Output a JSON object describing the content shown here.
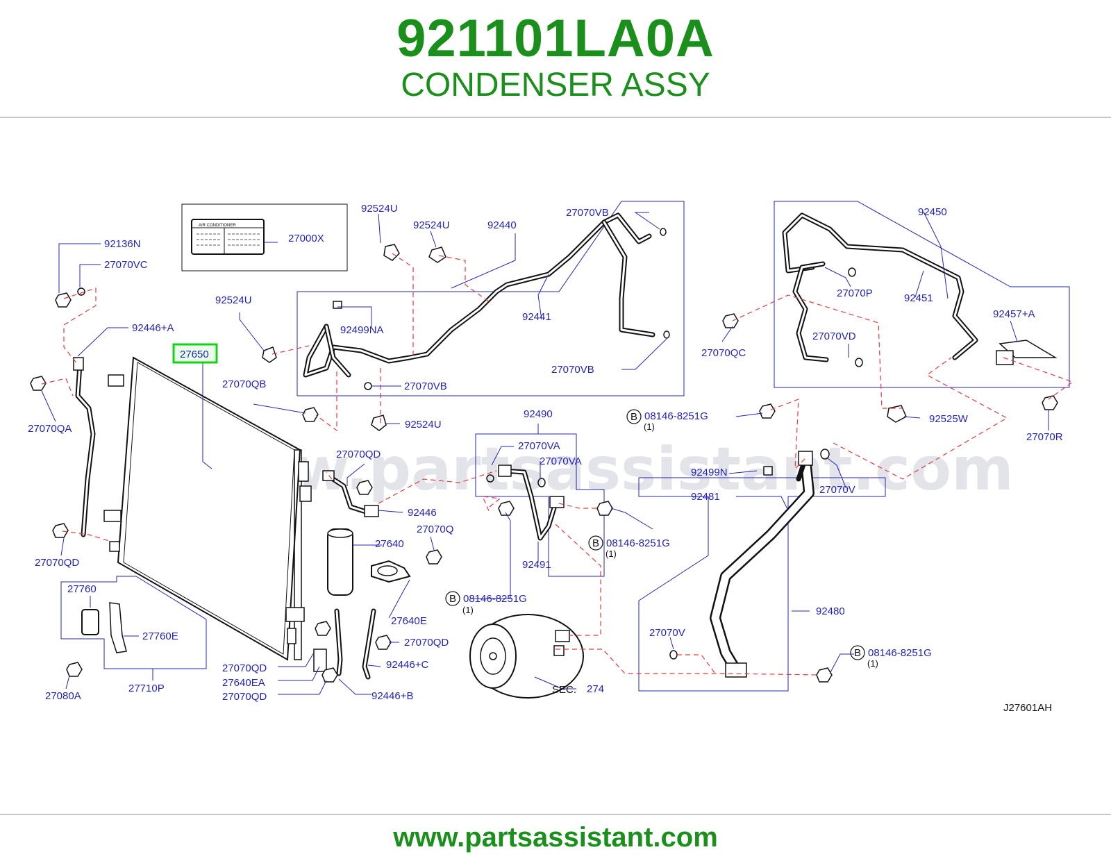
{
  "header": {
    "part_number": "921101LA0A",
    "part_name": "CONDENSER ASSY"
  },
  "footer": {
    "url": "www.partsassistant.com"
  },
  "watermark": "www.partsassistant.com",
  "diagram": {
    "code": "J27601AH",
    "highlight": "27650",
    "label_box": {
      "title": "AIR   CONDITIONER"
    },
    "callouts": {
      "c92136N": "92136N",
      "c27070VC": "27070VC",
      "c92446A": "92446+A",
      "c27070QA": "27070QA",
      "c27070QD_l": "27070QD",
      "c27000X": "27000X",
      "c92524U_1": "92524U",
      "c92524U_2": "92524U",
      "c92524U_3": "92524U",
      "c92524U_4": "92524U",
      "c92440": "92440",
      "c27070VB_1": "27070VB",
      "c27070VB_2": "27070VB",
      "c27070VB_3": "27070VB",
      "c92441": "92441",
      "c92499NA": "92499NA",
      "c27650": "27650",
      "c27070QB": "27070QB",
      "c27070QD_m": "27070QD",
      "c92446": "92446",
      "c27640": "27640",
      "c27070Q": "27070Q",
      "c27640E": "27640E",
      "c27070QD_b": "27070QD",
      "c92446C": "92446+C",
      "c92446B": "92446+B",
      "c27070QD_b2": "27070QD",
      "c27640EA": "27640EA",
      "c27070QD_b3": "27070QD",
      "c27760": "27760",
      "c27760E": "27760E",
      "c27710P": "27710P",
      "c27080A": "27080A",
      "c92490": "92490",
      "c27070VA_1": "27070VA",
      "c27070VA_2": "27070VA",
      "c92491": "92491",
      "c08146_1": "08146-8251G",
      "c08146_2": "08146-8251G",
      "c08146_3": "08146-8251G",
      "c08146_4": "08146-8251G",
      "q1": "(1)",
      "q2": "(1)",
      "q3": "(1)",
      "q4": "(1)",
      "b1": "B",
      "b2": "B",
      "b3": "B",
      "b4": "B",
      "sec": "SEC.",
      "sec_num": "274",
      "c92450": "92450",
      "c27070P": "27070P",
      "c92451": "92451",
      "c92457A": "92457+A",
      "c27070QC": "27070QC",
      "c27070VD": "27070VD",
      "c92525W": "92525W",
      "c27070R": "27070R",
      "c92499N": "92499N",
      "c27070V_1": "27070V",
      "c92481": "92481",
      "c92480": "92480",
      "c27070V_2": "27070V"
    }
  }
}
